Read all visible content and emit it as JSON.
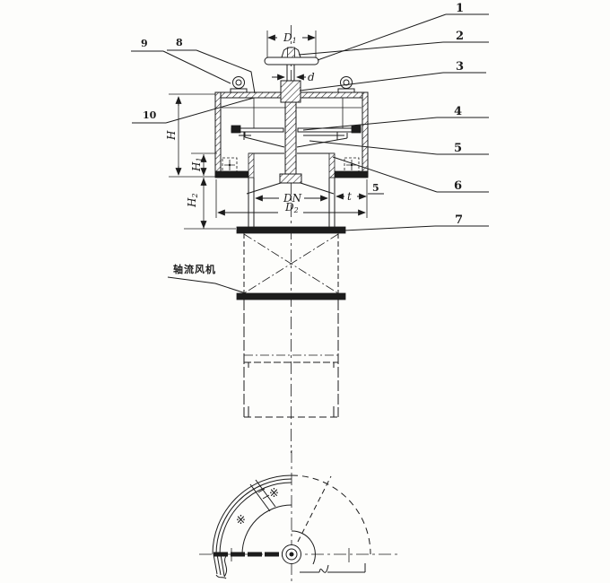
{
  "figure": {
    "colors": {
      "ink": "#1c1c1c",
      "paper": "#fdfdfb"
    },
    "callouts_right": [
      "1",
      "2",
      "3",
      "4",
      "5",
      "6",
      "7"
    ],
    "callouts_left": {
      "nine": "9",
      "eight": "8",
      "ten": "10"
    },
    "callout_inline_five": "5",
    "dimensions": {
      "D1": {
        "base": "D",
        "sub": "1"
      },
      "d": "d",
      "H": "H",
      "H1": {
        "base": "H",
        "sub": "1"
      },
      "H2": {
        "base": "H",
        "sub": "2"
      },
      "DN": "DN",
      "D2": {
        "base": "D",
        "sub": "2"
      },
      "t": "t"
    },
    "labels": {
      "axial_fan": "轴流风机"
    },
    "marks": {
      "mesh_left": "※",
      "mesh_right": "※"
    }
  }
}
